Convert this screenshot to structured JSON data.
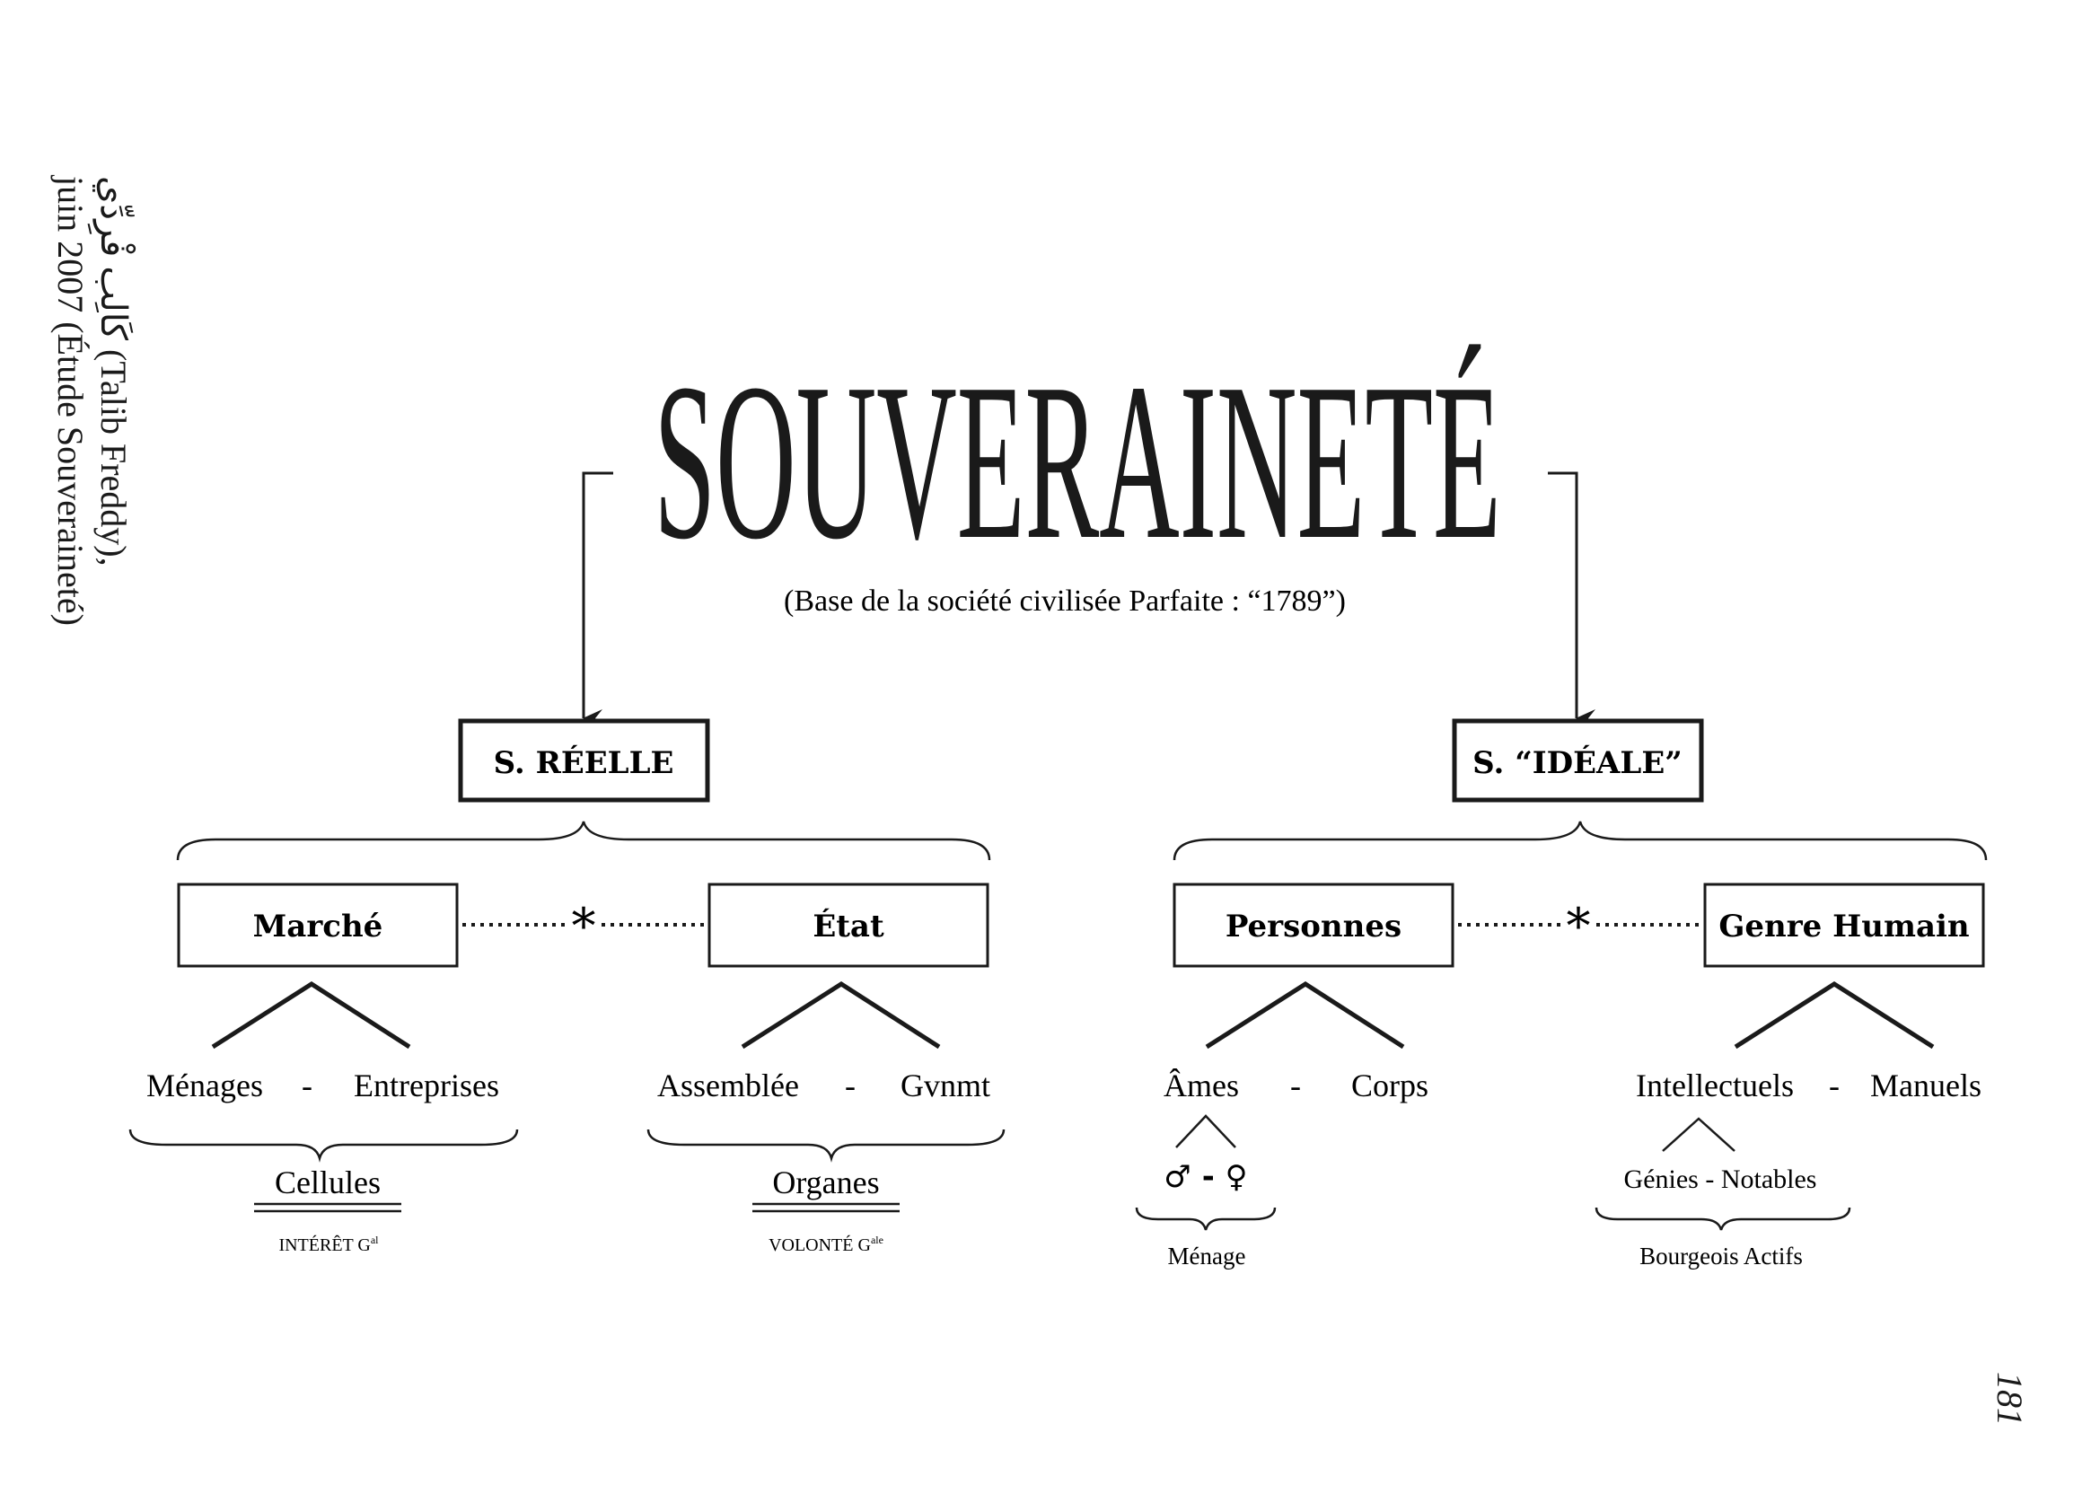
{
  "title": "SOUVERAINETÉ",
  "subtitle": "(Base de la société civilisée Parfaite : “1789”)",
  "side_note": {
    "line1": "كَالِب فْرِدِّي (Talib Freddy),",
    "line2": "juin 2007 (Étude Souveraineté)"
  },
  "page_number": "181",
  "left": {
    "box": "S. RÉELLE",
    "a": "Marché",
    "b": "État",
    "link_symbol": "*",
    "a_children": [
      "Ménages",
      "Entreprises"
    ],
    "b_children": [
      "Assemblée",
      "Gvnmt"
    ],
    "a_group": "Cellules",
    "b_group": "Organes",
    "a_note": "INTÉRÊT G",
    "a_note_sup": "al",
    "b_note": "VOLONTÉ G",
    "b_note_sup": "ale"
  },
  "right": {
    "box": "S. “IDÉALE”",
    "a": "Personnes",
    "b": "Genre Humain",
    "link_symbol": "*",
    "a_children": [
      "Âmes",
      "Corps"
    ],
    "b_children": [
      "Intellectuels",
      "Manuels"
    ],
    "a_sub": "♂ - ♀",
    "a_sub_group": "Ménage",
    "b_sub": "Génies - Notables",
    "b_sub_group": "Bourgeois Actifs"
  },
  "dash": "-"
}
